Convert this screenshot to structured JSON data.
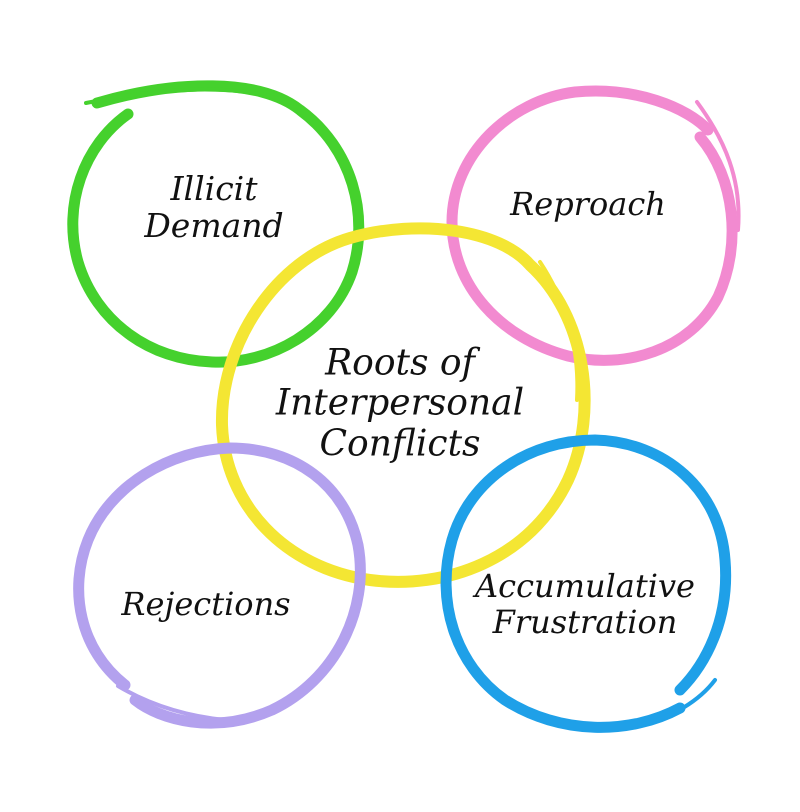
{
  "diagram": {
    "center": {
      "lines": [
        "Roots of",
        "Interpersonal",
        "Conflicts"
      ],
      "color": "#f4e633"
    },
    "roots": [
      {
        "id": "illicit-demand",
        "lines": [
          "Illicit",
          "Demand"
        ],
        "color": "#45d12d"
      },
      {
        "id": "reproach",
        "lines": [
          "Reproach"
        ],
        "color": "#f28ad0"
      },
      {
        "id": "rejections",
        "lines": [
          "Rejections"
        ],
        "color": "#b3a1ee"
      },
      {
        "id": "accumulative-frustration",
        "lines": [
          "Accumulative",
          "Frustration"
        ],
        "color": "#1fa0e8"
      }
    ]
  }
}
